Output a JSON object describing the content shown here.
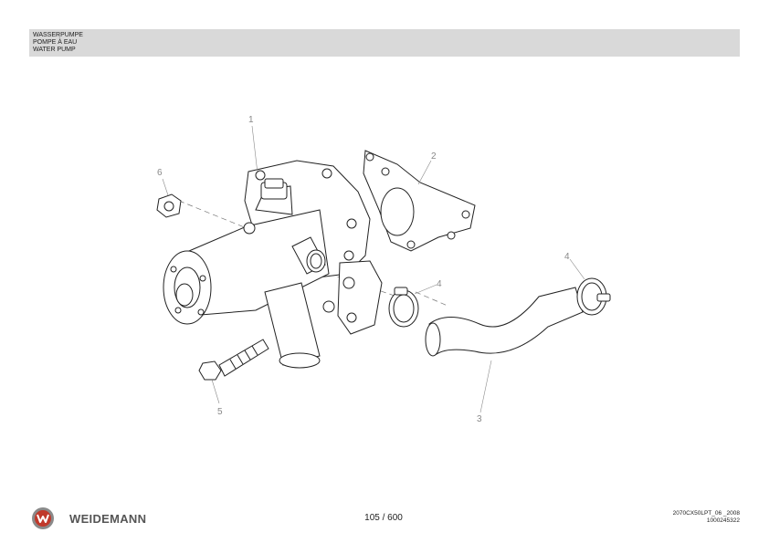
{
  "header": {
    "title_de": "WASSERPUMPE",
    "title_fr": "POMPE À EAU",
    "title_en": "WATER PUMP"
  },
  "drawing": {
    "callouts": [
      "1",
      "2",
      "3",
      "4",
      "4",
      "5",
      "6"
    ]
  },
  "footer": {
    "brand": "WEIDEMANN",
    "page_number": "105 / 600",
    "doc_code": "2070CX50LPT_06 _2008",
    "doc_number": "1000245322"
  },
  "colors": {
    "header_bg": "#d9d9d9",
    "logo_red": "#c0392b",
    "logo_gray": "#8a8a8a"
  }
}
